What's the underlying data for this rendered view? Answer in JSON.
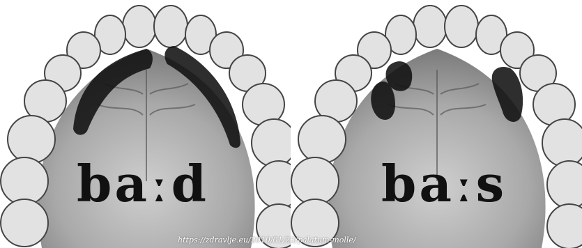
{
  "panels": [
    {
      "transcription": "baːd",
      "contact_pattern": "alveolar stop"
    },
    {
      "transcription": "baːs",
      "contact_pattern": "alveolar fricative"
    }
  ],
  "source_credit": "https://zdravlje.eu/2010/01/23/palatum-molle/",
  "colors": {
    "contact": "#111111",
    "tooth": "#d9d9d9",
    "palate": "#bdbdbd"
  }
}
